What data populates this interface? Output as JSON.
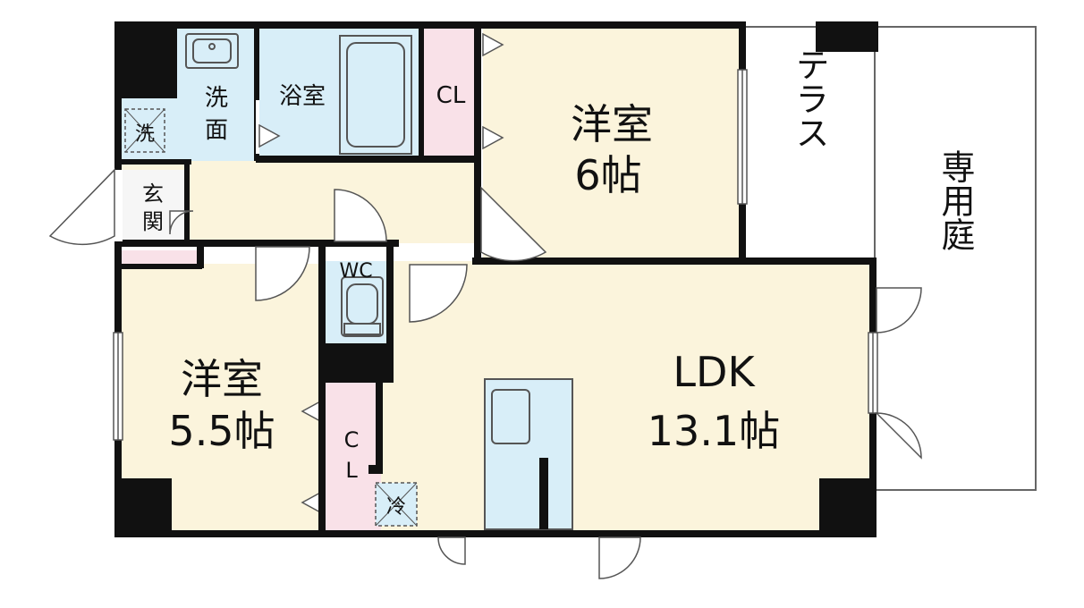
{
  "rooms": {
    "western_room_6": {
      "name": "洋室",
      "size": "6帖"
    },
    "western_room_55": {
      "name": "洋室",
      "size": "5.5帖"
    },
    "ldk": {
      "name": "LDK",
      "size": "13.1帖"
    },
    "terrace": "テラス",
    "private_garden": "専用庭",
    "bathroom": "浴室",
    "washroom_1": "洗",
    "washroom_2": "面",
    "washing_machine": "洗",
    "entrance_1": "玄",
    "entrance_2": "関",
    "closet_top": "CL",
    "closet_side_1": "C",
    "closet_side_2": "L",
    "toilet": "WC",
    "fridge": "冷"
  },
  "colors": {
    "room_floor": "#fbf4dc",
    "wet_area": "#d8eef8",
    "closet": "#f9e1e8",
    "wall": "#111111",
    "exterior": "#ffffff",
    "line": "#555555"
  }
}
